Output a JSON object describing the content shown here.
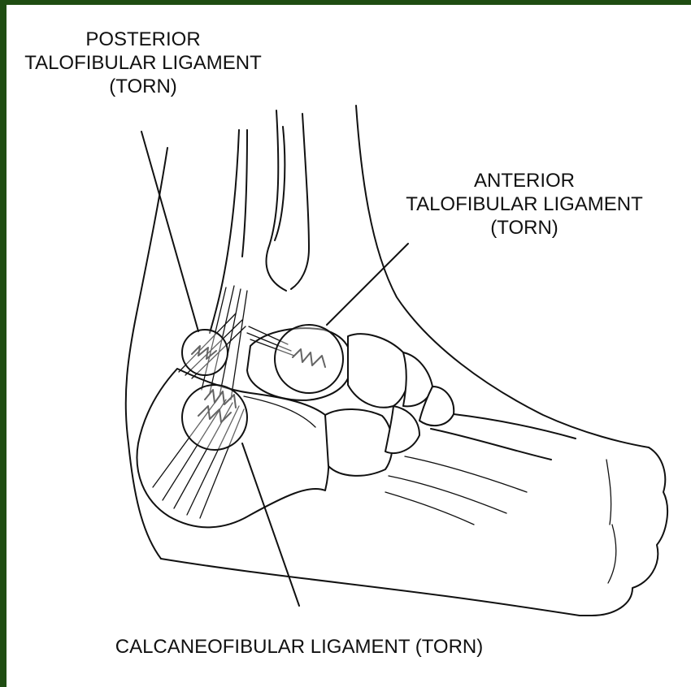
{
  "labels": {
    "posterior": [
      "POSTERIOR",
      "TALOFIBULAR LIGAMENT",
      "(TORN)"
    ],
    "anterior": [
      "ANTERIOR",
      "TALOFIBULAR LIGAMENT",
      "(TORN)"
    ],
    "calcaneofibular": "CALCANEOFIBULAR LIGAMENT (TORN)"
  },
  "colors": {
    "border": "#1f4d12",
    "background": "#ffffff",
    "ink": "#111111"
  }
}
